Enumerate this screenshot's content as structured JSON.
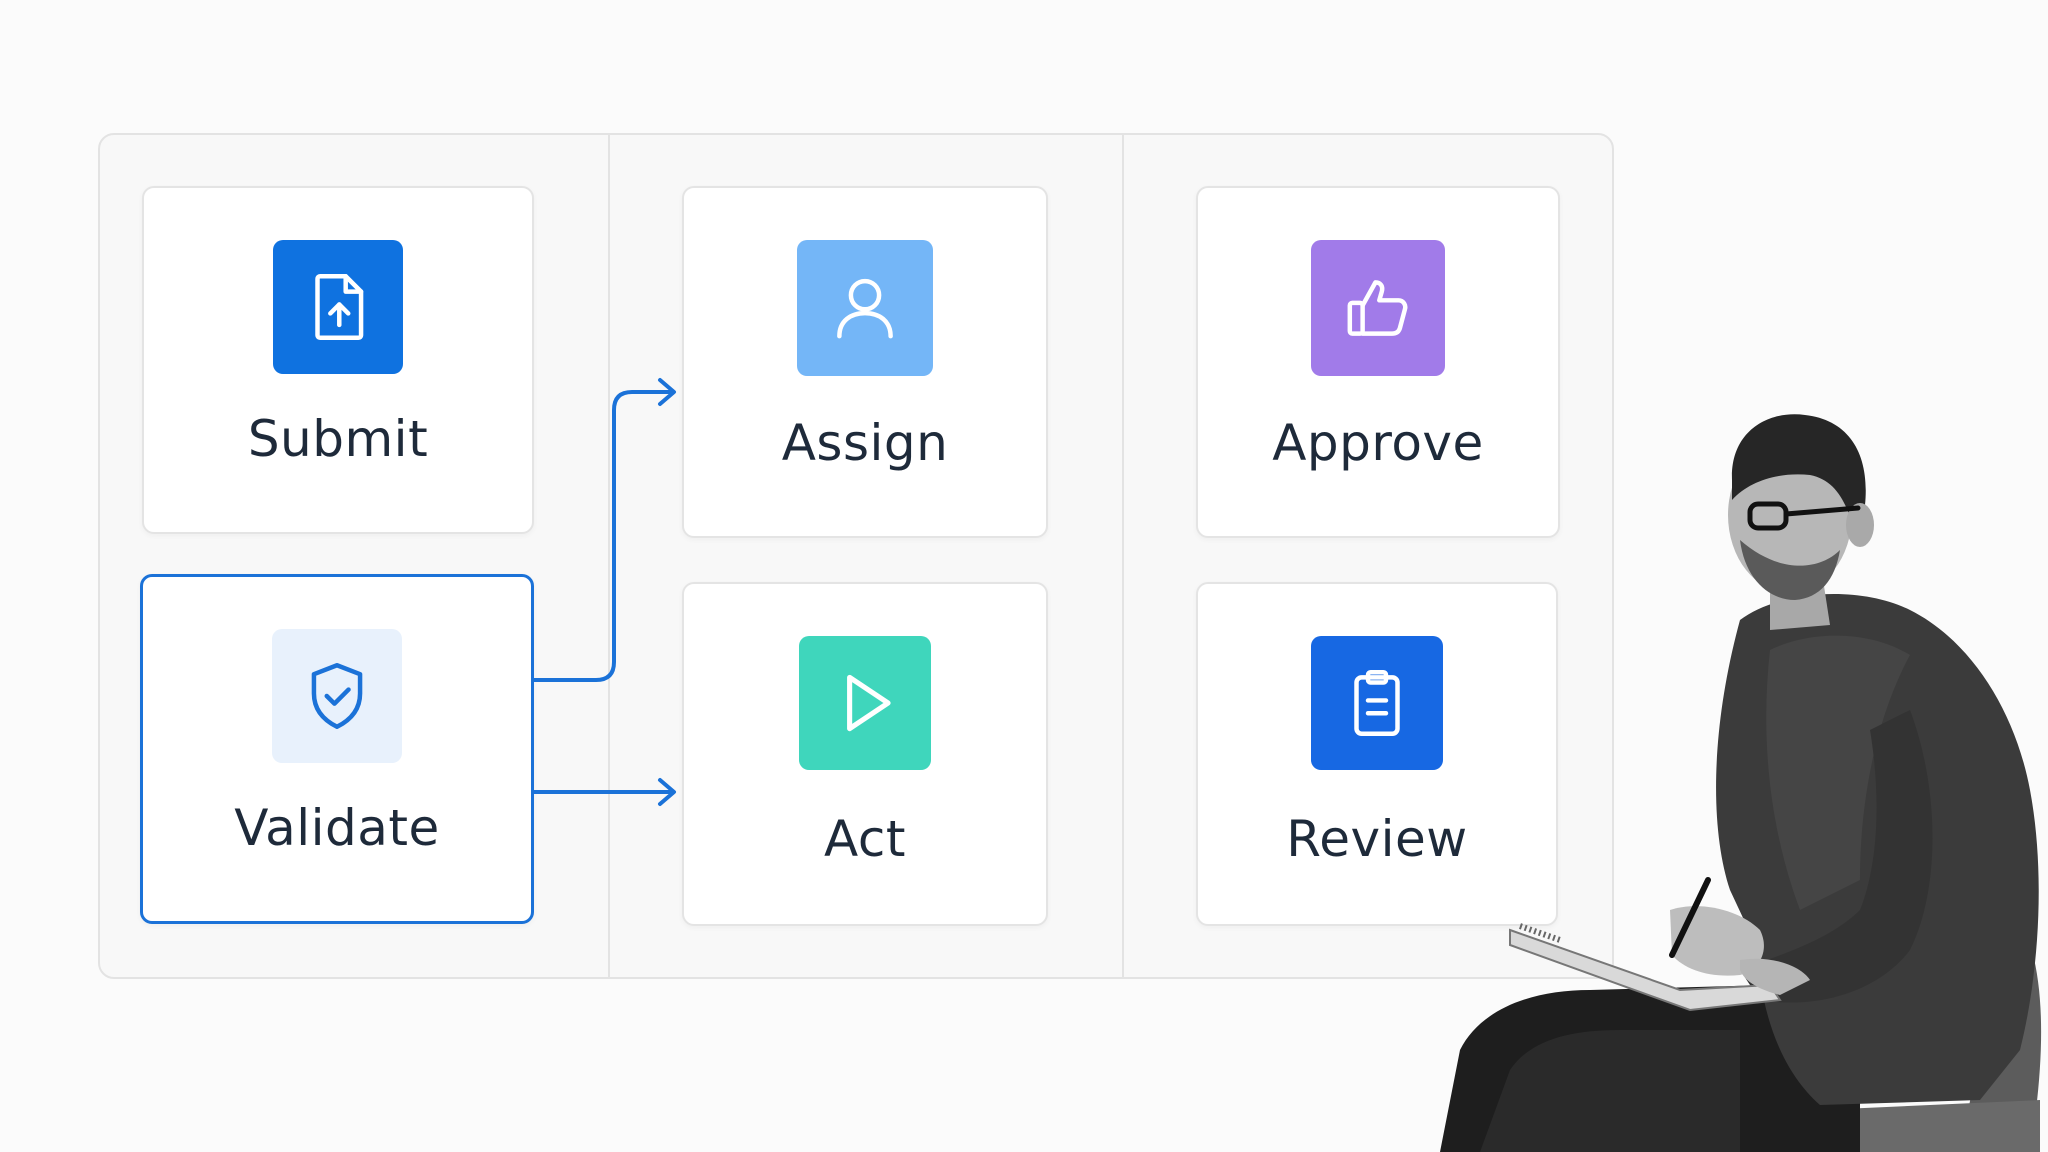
{
  "colors": {
    "accent": "#1b72d8",
    "submit_tile": "#0f72e0",
    "assign_tile": "#74b6f7",
    "approve_tile": "#a17be9",
    "validate_tile": "#e8f1fc",
    "act_tile": "#3fd6bc",
    "review_tile": "#1768e3"
  },
  "cards": {
    "submit": {
      "label": "Submit",
      "icon": "file-upload-icon"
    },
    "validate": {
      "label": "Validate",
      "icon": "shield-check-icon"
    },
    "assign": {
      "label": "Assign",
      "icon": "user-icon"
    },
    "act": {
      "label": "Act",
      "icon": "play-icon"
    },
    "approve": {
      "label": "Approve",
      "icon": "thumbs-up-icon"
    },
    "review": {
      "label": "Review",
      "icon": "clipboard-icon"
    }
  }
}
